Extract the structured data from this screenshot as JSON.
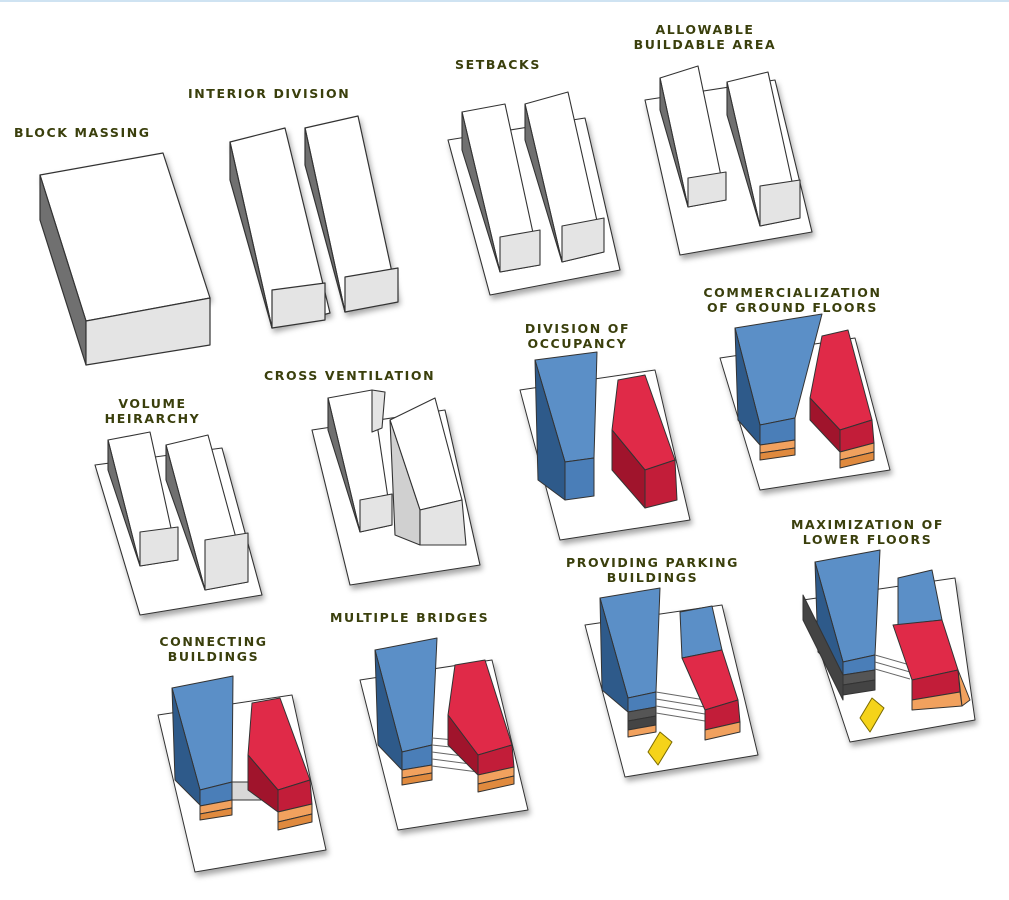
{
  "labels": {
    "block_massing": "BLOCK MASSING",
    "interior_division": "INTERIOR  DIVISION",
    "setbacks": "SETBACKS",
    "allowable_1": "ALLOWABLE",
    "allowable_2": "BUILDABLE AREA",
    "volume_1": "VOLUME",
    "volume_2": "HEIRARCHY",
    "cross_ventilation": "CROSS VENTILATION",
    "division_1": "DIVISION OF",
    "division_2": "OCCUPANCY",
    "commercial_1": "COMMERCIALIZATION",
    "commercial_2": "OF GROUND FLOORS",
    "connecting_1": "CONNECTING",
    "connecting_2": "BUILDINGS",
    "bridges": "MULTIPLE BRIDGES",
    "parking_1": "PROVIDING PARKING",
    "parking_2": "BUILDINGS",
    "maximization_1": "MAXIMIZATION OF",
    "maximization_2": "LOWER FLOORS"
  },
  "colors": {
    "label_text": "#3a3f0c",
    "residential_blue": "#5b8fc7",
    "commercial_red": "#e02a48",
    "ground_floor_orange": "#f1a15e",
    "parking_dark": "#555555",
    "entry_yellow": "#f5d31a",
    "massing_white": "#ffffff",
    "massing_shade": "#e4e4e4"
  }
}
